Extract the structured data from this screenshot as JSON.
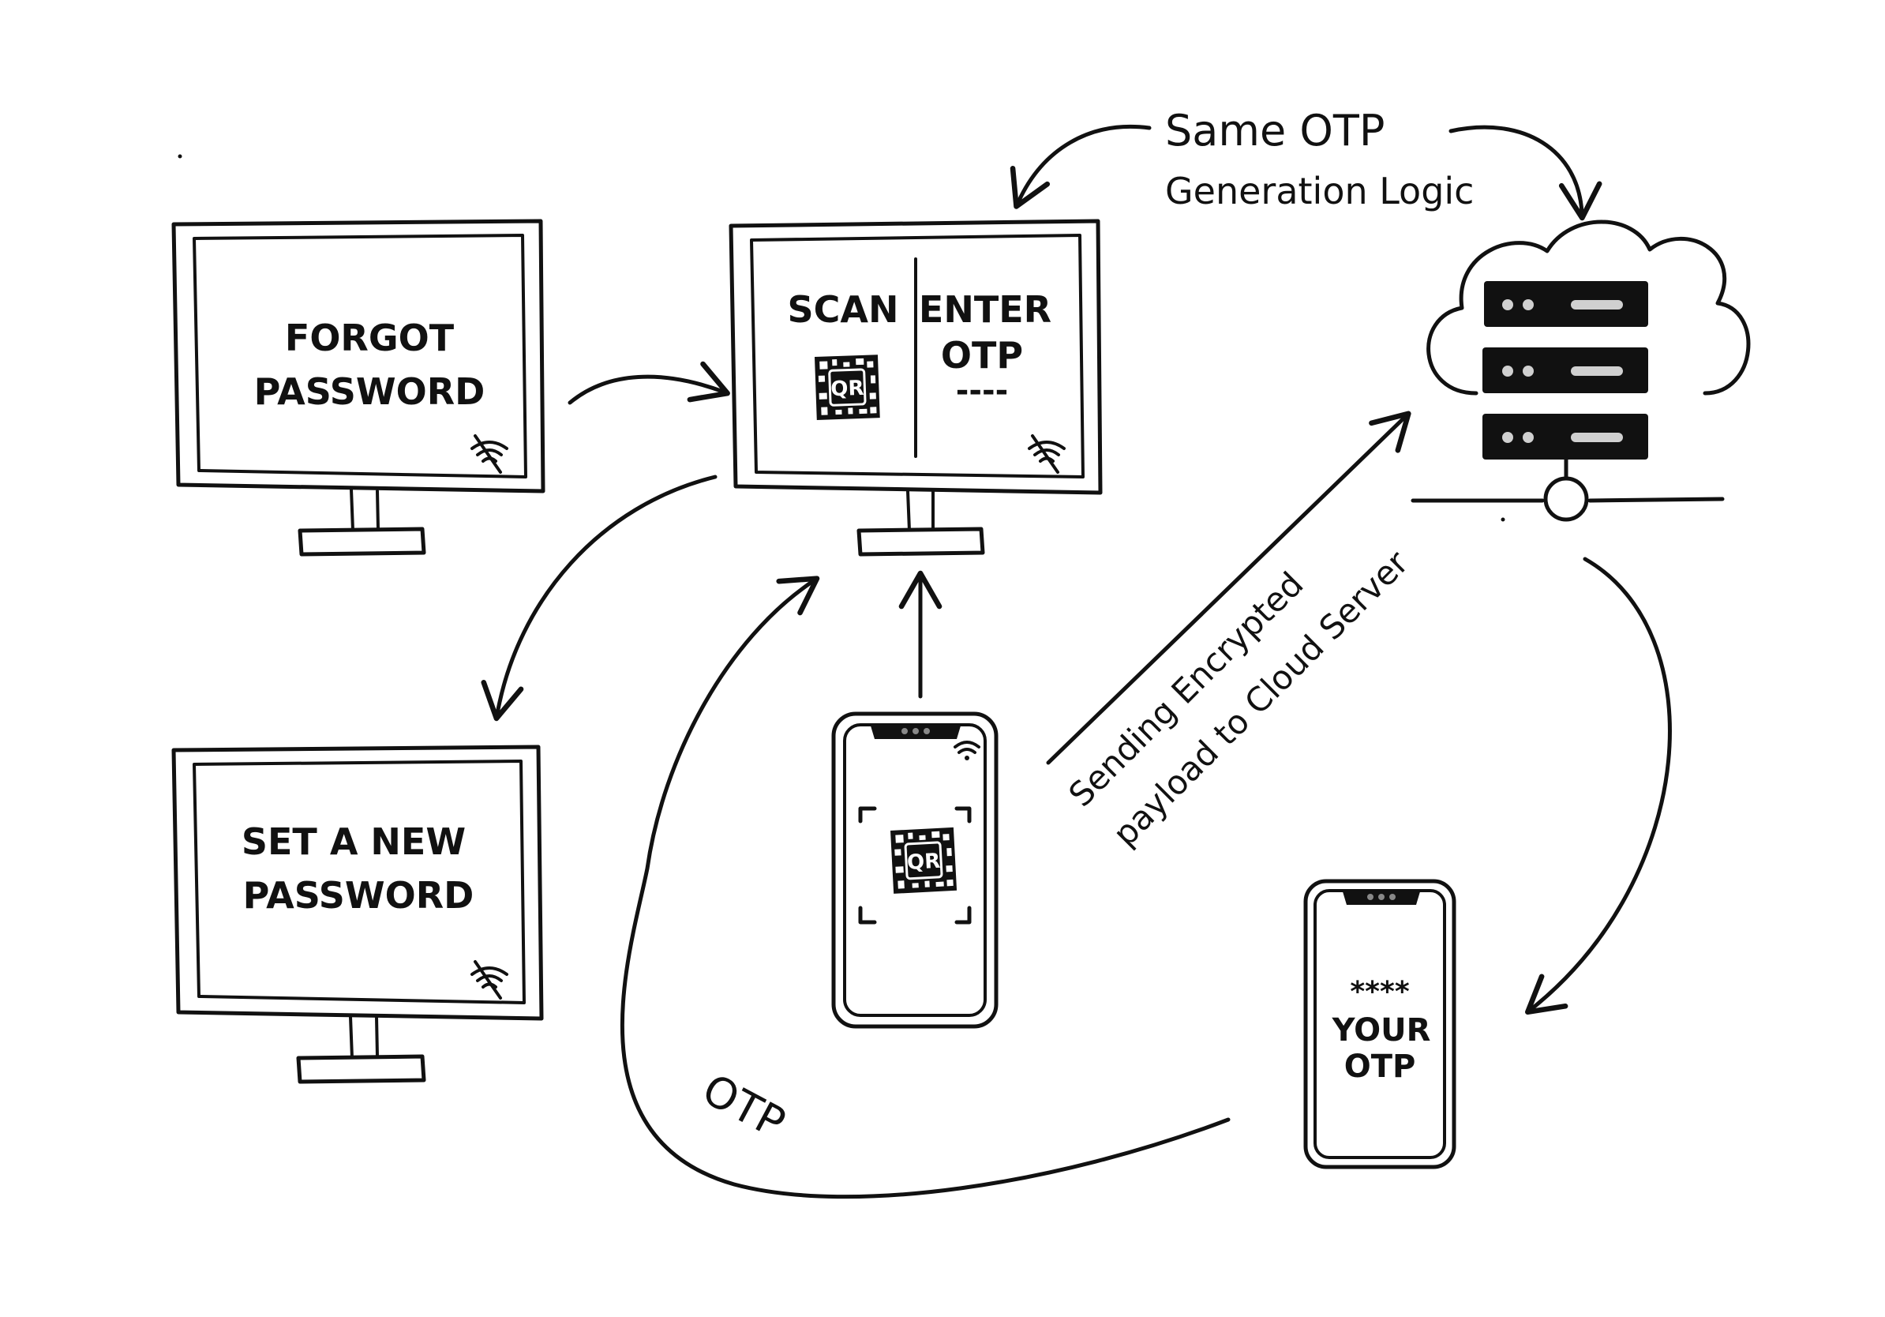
{
  "monitors": {
    "forgot": {
      "line1": "FORGOT",
      "line2": "PASSWORD"
    },
    "otp_entry": {
      "scan_label": "SCAN",
      "qr_label": "QR",
      "enter_line1": "ENTER",
      "enter_line2": "OTP",
      "otp_dashes": "----"
    },
    "new_password": {
      "line1": "SET A NEW",
      "line2": "PASSWORD"
    }
  },
  "phones": {
    "scanner": {
      "qr_label": "QR"
    },
    "otp_display": {
      "masked": "****",
      "line1": "YOUR",
      "line2": "OTP"
    }
  },
  "annotations": {
    "same_otp_line1": "Same OTP",
    "same_otp_line2": "Generation Logic",
    "payload_line1": "Sending Encrypted",
    "payload_line2": "payload to Cloud Server",
    "otp_arrow_label": "OTP"
  },
  "icons": [
    "no-wifi-icon",
    "wifi-icon",
    "qr-code-icon",
    "cloud-server-icon"
  ]
}
